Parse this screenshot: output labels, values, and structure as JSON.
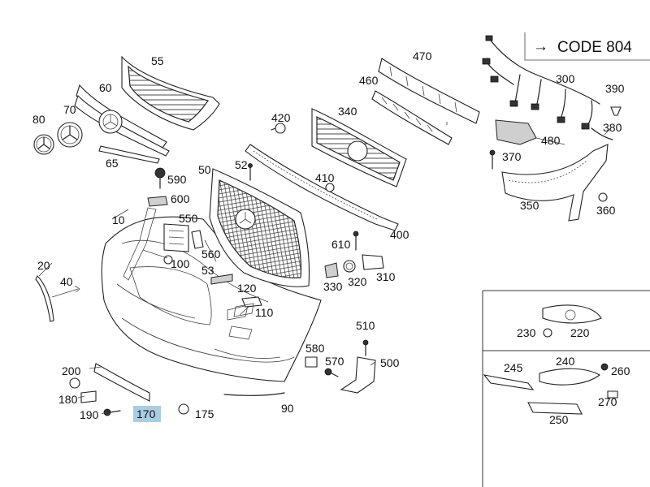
{
  "code_box": {
    "arrow": "→",
    "label": "CODE 804"
  },
  "highlight": {
    "color": "#a9cde3",
    "callout": "170"
  },
  "callouts": {
    "c10": "10",
    "c20": "20",
    "c40": "40",
    "c50": "50",
    "c52": "52",
    "c53": "53",
    "c55": "55",
    "c60": "60",
    "c65": "65",
    "c70": "70",
    "c80": "80",
    "c90": "90",
    "c100": "100",
    "c110": "110",
    "c120": "120",
    "c170": "170",
    "c175": "175",
    "c180": "180",
    "c190": "190",
    "c200": "200",
    "c220": "220",
    "c230": "230",
    "c240": "240",
    "c245": "245",
    "c250": "250",
    "c260": "260",
    "c270": "270",
    "c300": "300",
    "c310": "310",
    "c320": "320",
    "c330": "330",
    "c340": "340",
    "c350": "350",
    "c360": "360",
    "c370": "370",
    "c380": "380",
    "c390": "390",
    "c400": "400",
    "c410": "410",
    "c420": "420",
    "c460": "460",
    "c470": "470",
    "c480": "480",
    "c500": "500",
    "c510": "510",
    "c550": "550",
    "c560": "560",
    "c570": "570",
    "c580": "580",
    "c590": "590",
    "c600": "600",
    "c610": "610"
  }
}
